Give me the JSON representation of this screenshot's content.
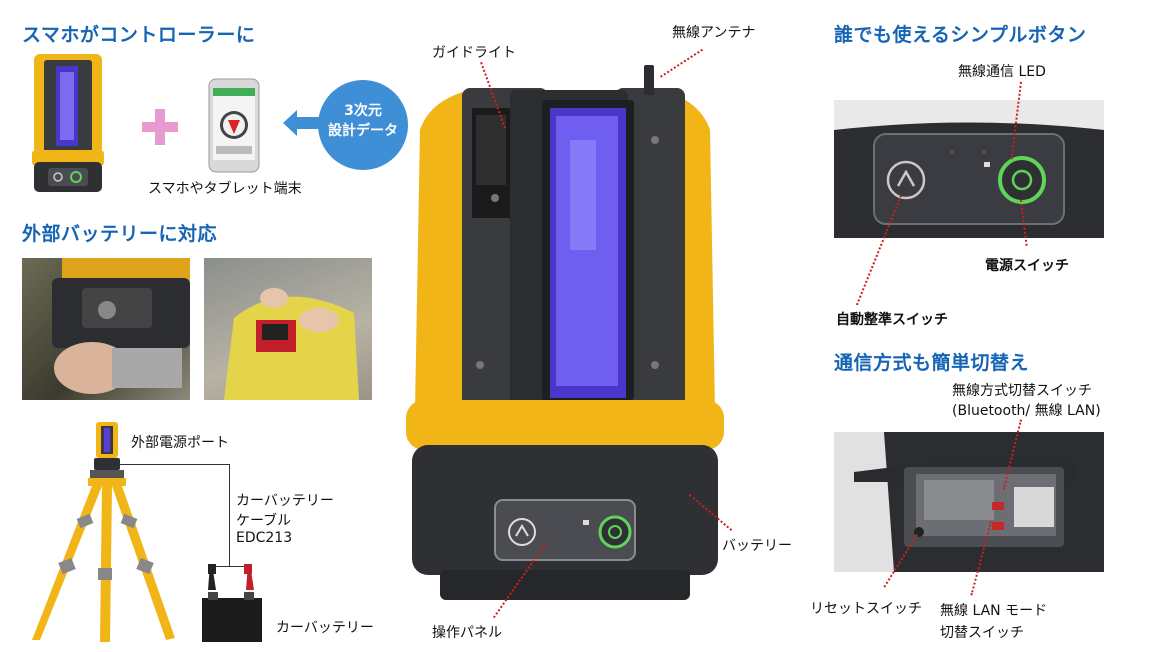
{
  "left": {
    "smartphone_heading": "スマホがコントローラーに",
    "smartphone_caption": "スマホやタブレット端末",
    "design_data_bubble_line1": "3次元",
    "design_data_bubble_line2": "設計データ",
    "external_battery_heading": "外部バッテリーに対応",
    "external_power_port": "外部電源ポート",
    "cable_line1": "カーバッテリー",
    "cable_line2": "ケーブル",
    "cable_line3": "EDC213",
    "car_battery": "カーバッテリー"
  },
  "center": {
    "guide_light": "ガイドライト",
    "wireless_antenna": "無線アンテナ",
    "battery": "バッテリー",
    "operation_panel": "操作パネル"
  },
  "right": {
    "simple_button_heading": "誰でも使えるシンプルボタン",
    "wireless_led": "無線通信 LED",
    "power_switch": "電源スイッチ",
    "auto_level_switch": "自動整準スイッチ",
    "comm_switch_heading": "通信方式も簡単切替え",
    "wireless_mode_switch_line1": "無線方式切替スイッチ",
    "wireless_mode_switch_line2": "(Bluetooth/ 無線 LAN)",
    "reset_switch": "リセットスイッチ",
    "lan_mode_line1": "無線 LAN モード",
    "lan_mode_line2": "切替スイッチ"
  },
  "colors": {
    "heading_blue": "#1565b4",
    "device_yellow": "#f2b517",
    "device_dark": "#3a3b3f",
    "laser_purple": "#5a3fd6",
    "leader_red": "#cc1f1f",
    "bubble_blue": "#3e8fd6",
    "plus_pink": "#e79ad0",
    "power_green": "#5fd35a"
  }
}
